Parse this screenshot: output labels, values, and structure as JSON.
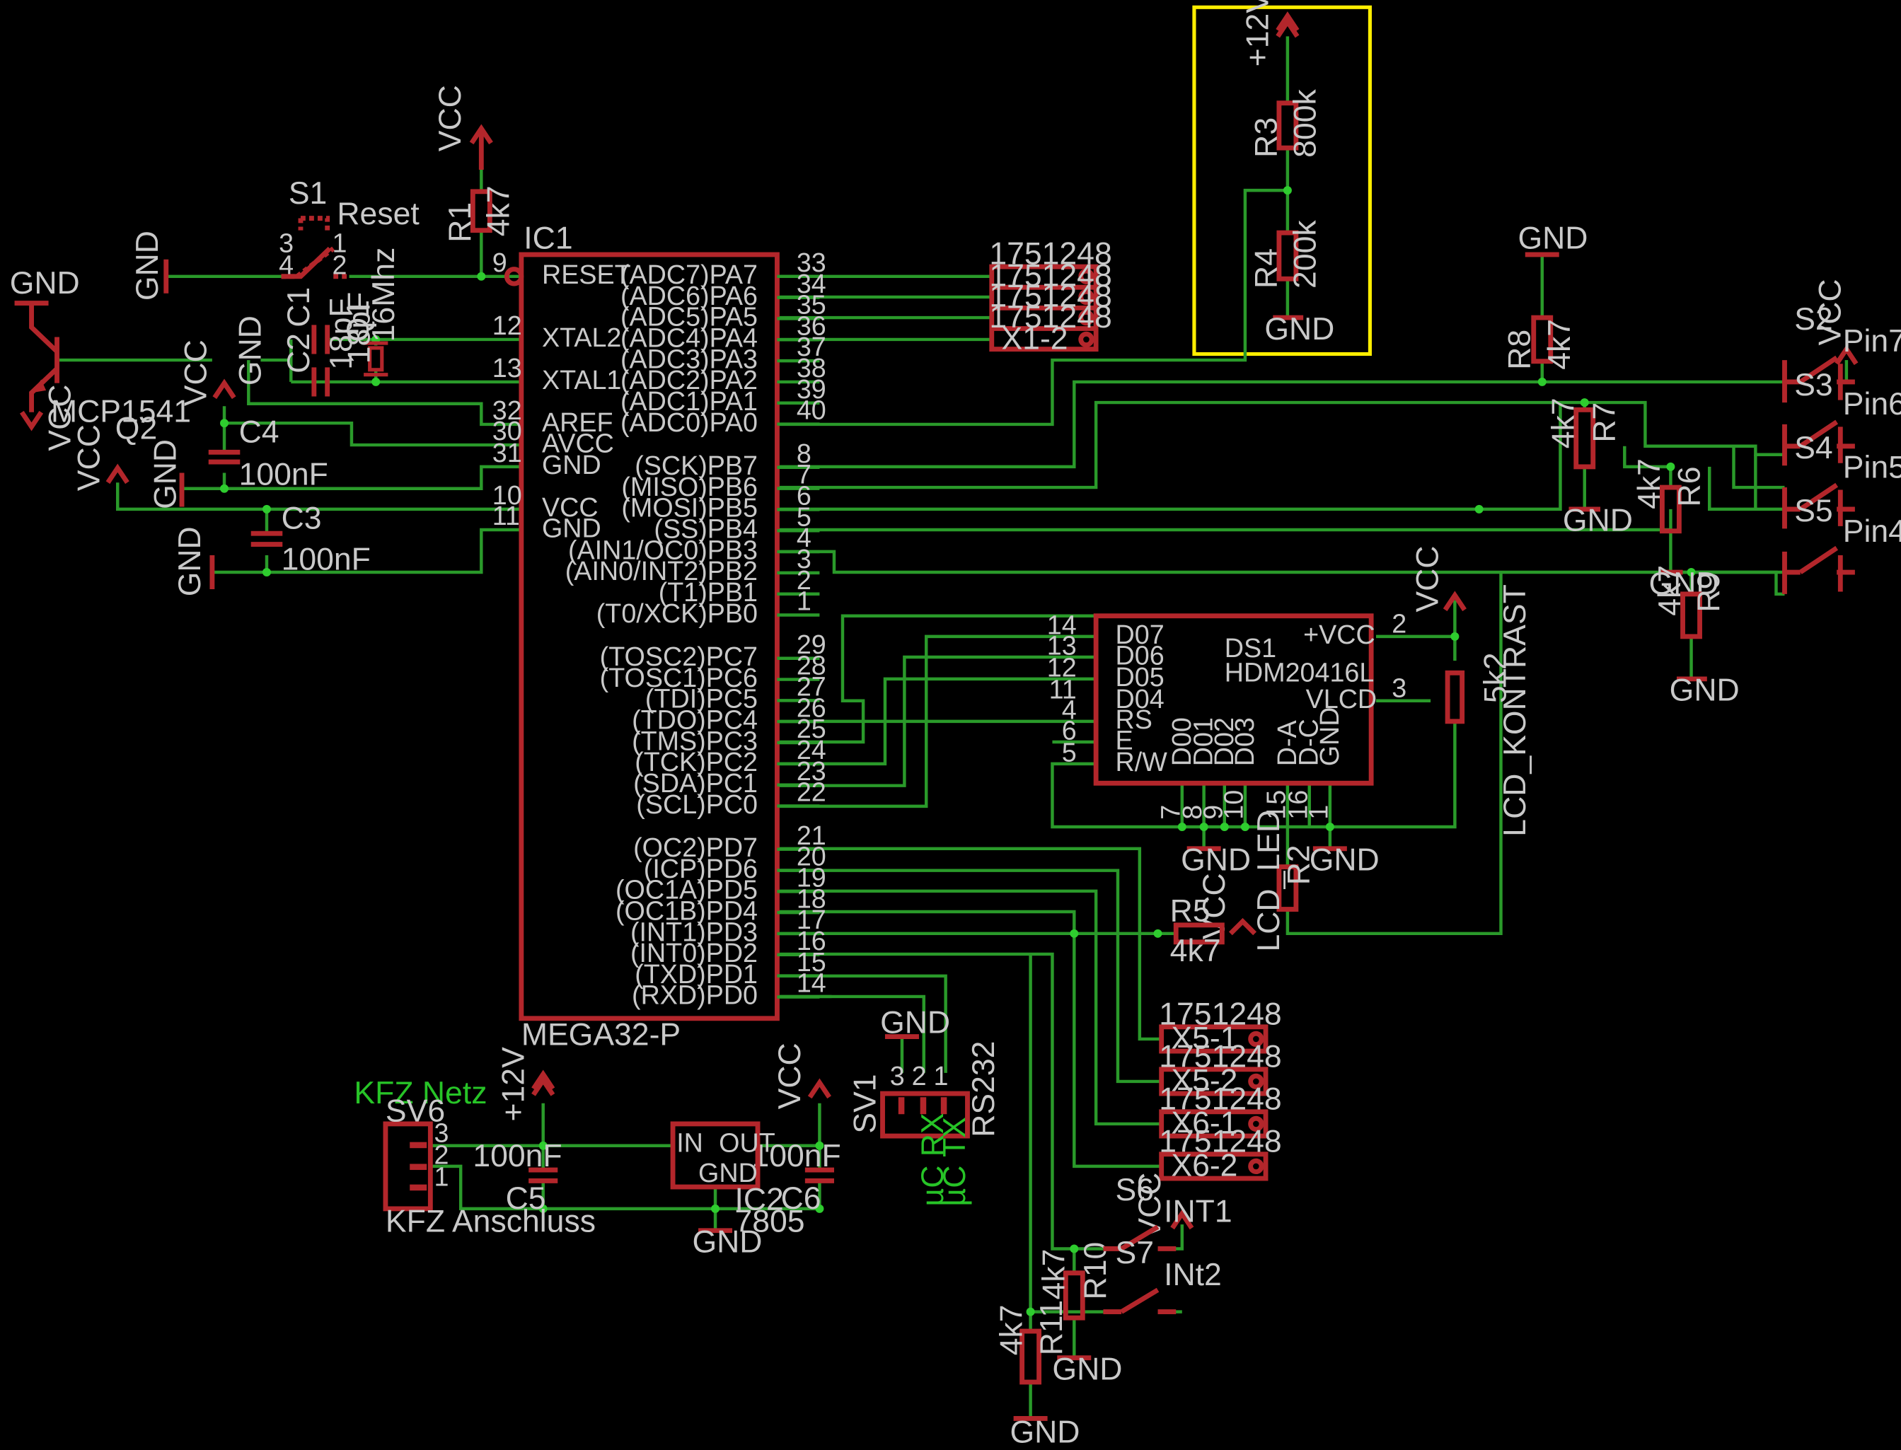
{
  "mcu": {
    "name": "IC1",
    "type": "MEGA32-P",
    "left_pins": [
      [
        "9",
        "RESET"
      ],
      [
        "12",
        "XTAL2"
      ],
      [
        "13",
        "XTAL1"
      ],
      [
        "32",
        "AREF"
      ],
      [
        "30",
        "AVCC"
      ],
      [
        "31",
        "GND"
      ],
      [
        "10",
        "VCC"
      ],
      [
        "11",
        "GND"
      ]
    ],
    "right_pins": [
      [
        "33",
        "(ADC7)PA7"
      ],
      [
        "34",
        "(ADC6)PA6"
      ],
      [
        "35",
        "(ADC5)PA5"
      ],
      [
        "36",
        "(ADC4)PA4"
      ],
      [
        "37",
        "(ADC3)PA3"
      ],
      [
        "38",
        "(ADC2)PA2"
      ],
      [
        "39",
        "(ADC1)PA1"
      ],
      [
        "40",
        "(ADC0)PA0"
      ],
      [
        "8",
        "(SCK)PB7"
      ],
      [
        "7",
        "(MISO)PB6"
      ],
      [
        "6",
        "(MOSI)PB5"
      ],
      [
        "5",
        "(SS)PB4"
      ],
      [
        "4",
        "(AIN1/OC0)PB3"
      ],
      [
        "3",
        "(AIN0/INT2)PB2"
      ],
      [
        "2",
        "(T1)PB1"
      ],
      [
        "1",
        "(T0/XCK)PB0"
      ],
      [
        "29",
        "(TOSC2)PC7"
      ],
      [
        "28",
        "(TOSC1)PC6"
      ],
      [
        "27",
        "(TDI)PC5"
      ],
      [
        "26",
        "(TDO)PC4"
      ],
      [
        "25",
        "(TMS)PC3"
      ],
      [
        "24",
        "(TCK)PC2"
      ],
      [
        "23",
        "(SDA)PC1"
      ],
      [
        "22",
        "(SCL)PC0"
      ],
      [
        "21",
        "(OC2)PD7"
      ],
      [
        "20",
        "(ICP)PD6"
      ],
      [
        "19",
        "(OC1A)PD5"
      ],
      [
        "18",
        "(OC1B)PD4"
      ],
      [
        "17",
        "(INT1)PD3"
      ],
      [
        "16",
        "(INT0)PD2"
      ],
      [
        "15",
        "(TXD)PD1"
      ],
      [
        "14",
        "(RXD)PD0"
      ]
    ]
  },
  "lcd": {
    "name": "DS1",
    "type": "HDM20416L",
    "left_pins": [
      [
        "14",
        "D07"
      ],
      [
        "13",
        "D06"
      ],
      [
        "12",
        "D05"
      ],
      [
        "11",
        "D04"
      ],
      [
        "4",
        "RS"
      ],
      [
        "6",
        "E"
      ],
      [
        "5",
        "R/W"
      ]
    ],
    "bottom_pins": [
      [
        "7",
        "D00"
      ],
      [
        "8",
        "D01"
      ],
      [
        "9",
        "D02"
      ],
      [
        "10",
        "D03"
      ],
      [
        "15",
        "D-A"
      ],
      [
        "16",
        "D-C"
      ],
      [
        "1",
        "GND"
      ]
    ],
    "vcc": "+VCC",
    "vlcd": "VLCD",
    "pin2": "2",
    "pin3": "3"
  },
  "conn_top": {
    "part": "1751248",
    "labels": [
      "X1-2"
    ]
  },
  "conn_right": [
    {
      "part": "1751248",
      "label": "X5-1"
    },
    {
      "part": "1751248",
      "label": "X5-2"
    },
    {
      "part": "1751248",
      "label": "X6-1"
    },
    {
      "part": "1751248",
      "label": "X6-2"
    }
  ],
  "labels": {
    "vcc": "VCC",
    "gnd": "GND",
    "p12v": "+12V",
    "s1": "S1",
    "reset": "Reset",
    "r1": "R1",
    "r1v": "4k7",
    "c1": "C1",
    "c2": "C2",
    "c1v": "18pF",
    "c2v": "18pF",
    "q1": "Q1",
    "q1v": "16Mhz",
    "q2": "Q2",
    "mcp": "MCP1541",
    "c4": "C4",
    "c4v": "100nF",
    "c3": "C3",
    "c3v": "100nF",
    "r3": "R3",
    "r3v": "800k",
    "r4": "R4",
    "r4v": "200k",
    "r8": "R8",
    "r8v": "4k7",
    "r7": "R7",
    "r7v": "4k7",
    "r6": "R6",
    "r6v": "4k7",
    "r9": "R9",
    "r9v": "4k7",
    "s2": "S2",
    "s3": "S3",
    "s4": "S4",
    "s5": "S5",
    "pin7": "Pin7",
    "pin6": "Pin6",
    "pin5": "Pin5",
    "pin4": "Pin4",
    "r2": "R2",
    "lcd_led": "LCD_LED",
    "r5": "R5",
    "r5v": "4k7",
    "pot": "5k2",
    "lcd_k": "LCD_KONTRAST",
    "kfz_netz": "KFZ Netz",
    "sv6": "SV6",
    "kfz_anschluss": "KFZ Anschluss",
    "c5": "C5",
    "c5v": "100nF",
    "c6": "C6",
    "c6v": "100nF",
    "ic2": "IC2",
    "ic2v": "7805",
    "in": "IN",
    "out": "OUT",
    "sv1": "SV1",
    "rs232": "RS232",
    "rx": "µC RX",
    "tx": "µC TX",
    "s6": "S6",
    "s7": "S7",
    "int1": "INT1",
    "int2": "INt2",
    "r10": "R10",
    "r10v": "4k7",
    "r11": "R11",
    "r11v": "4k7"
  },
  "highlight_color": "#ffee00"
}
